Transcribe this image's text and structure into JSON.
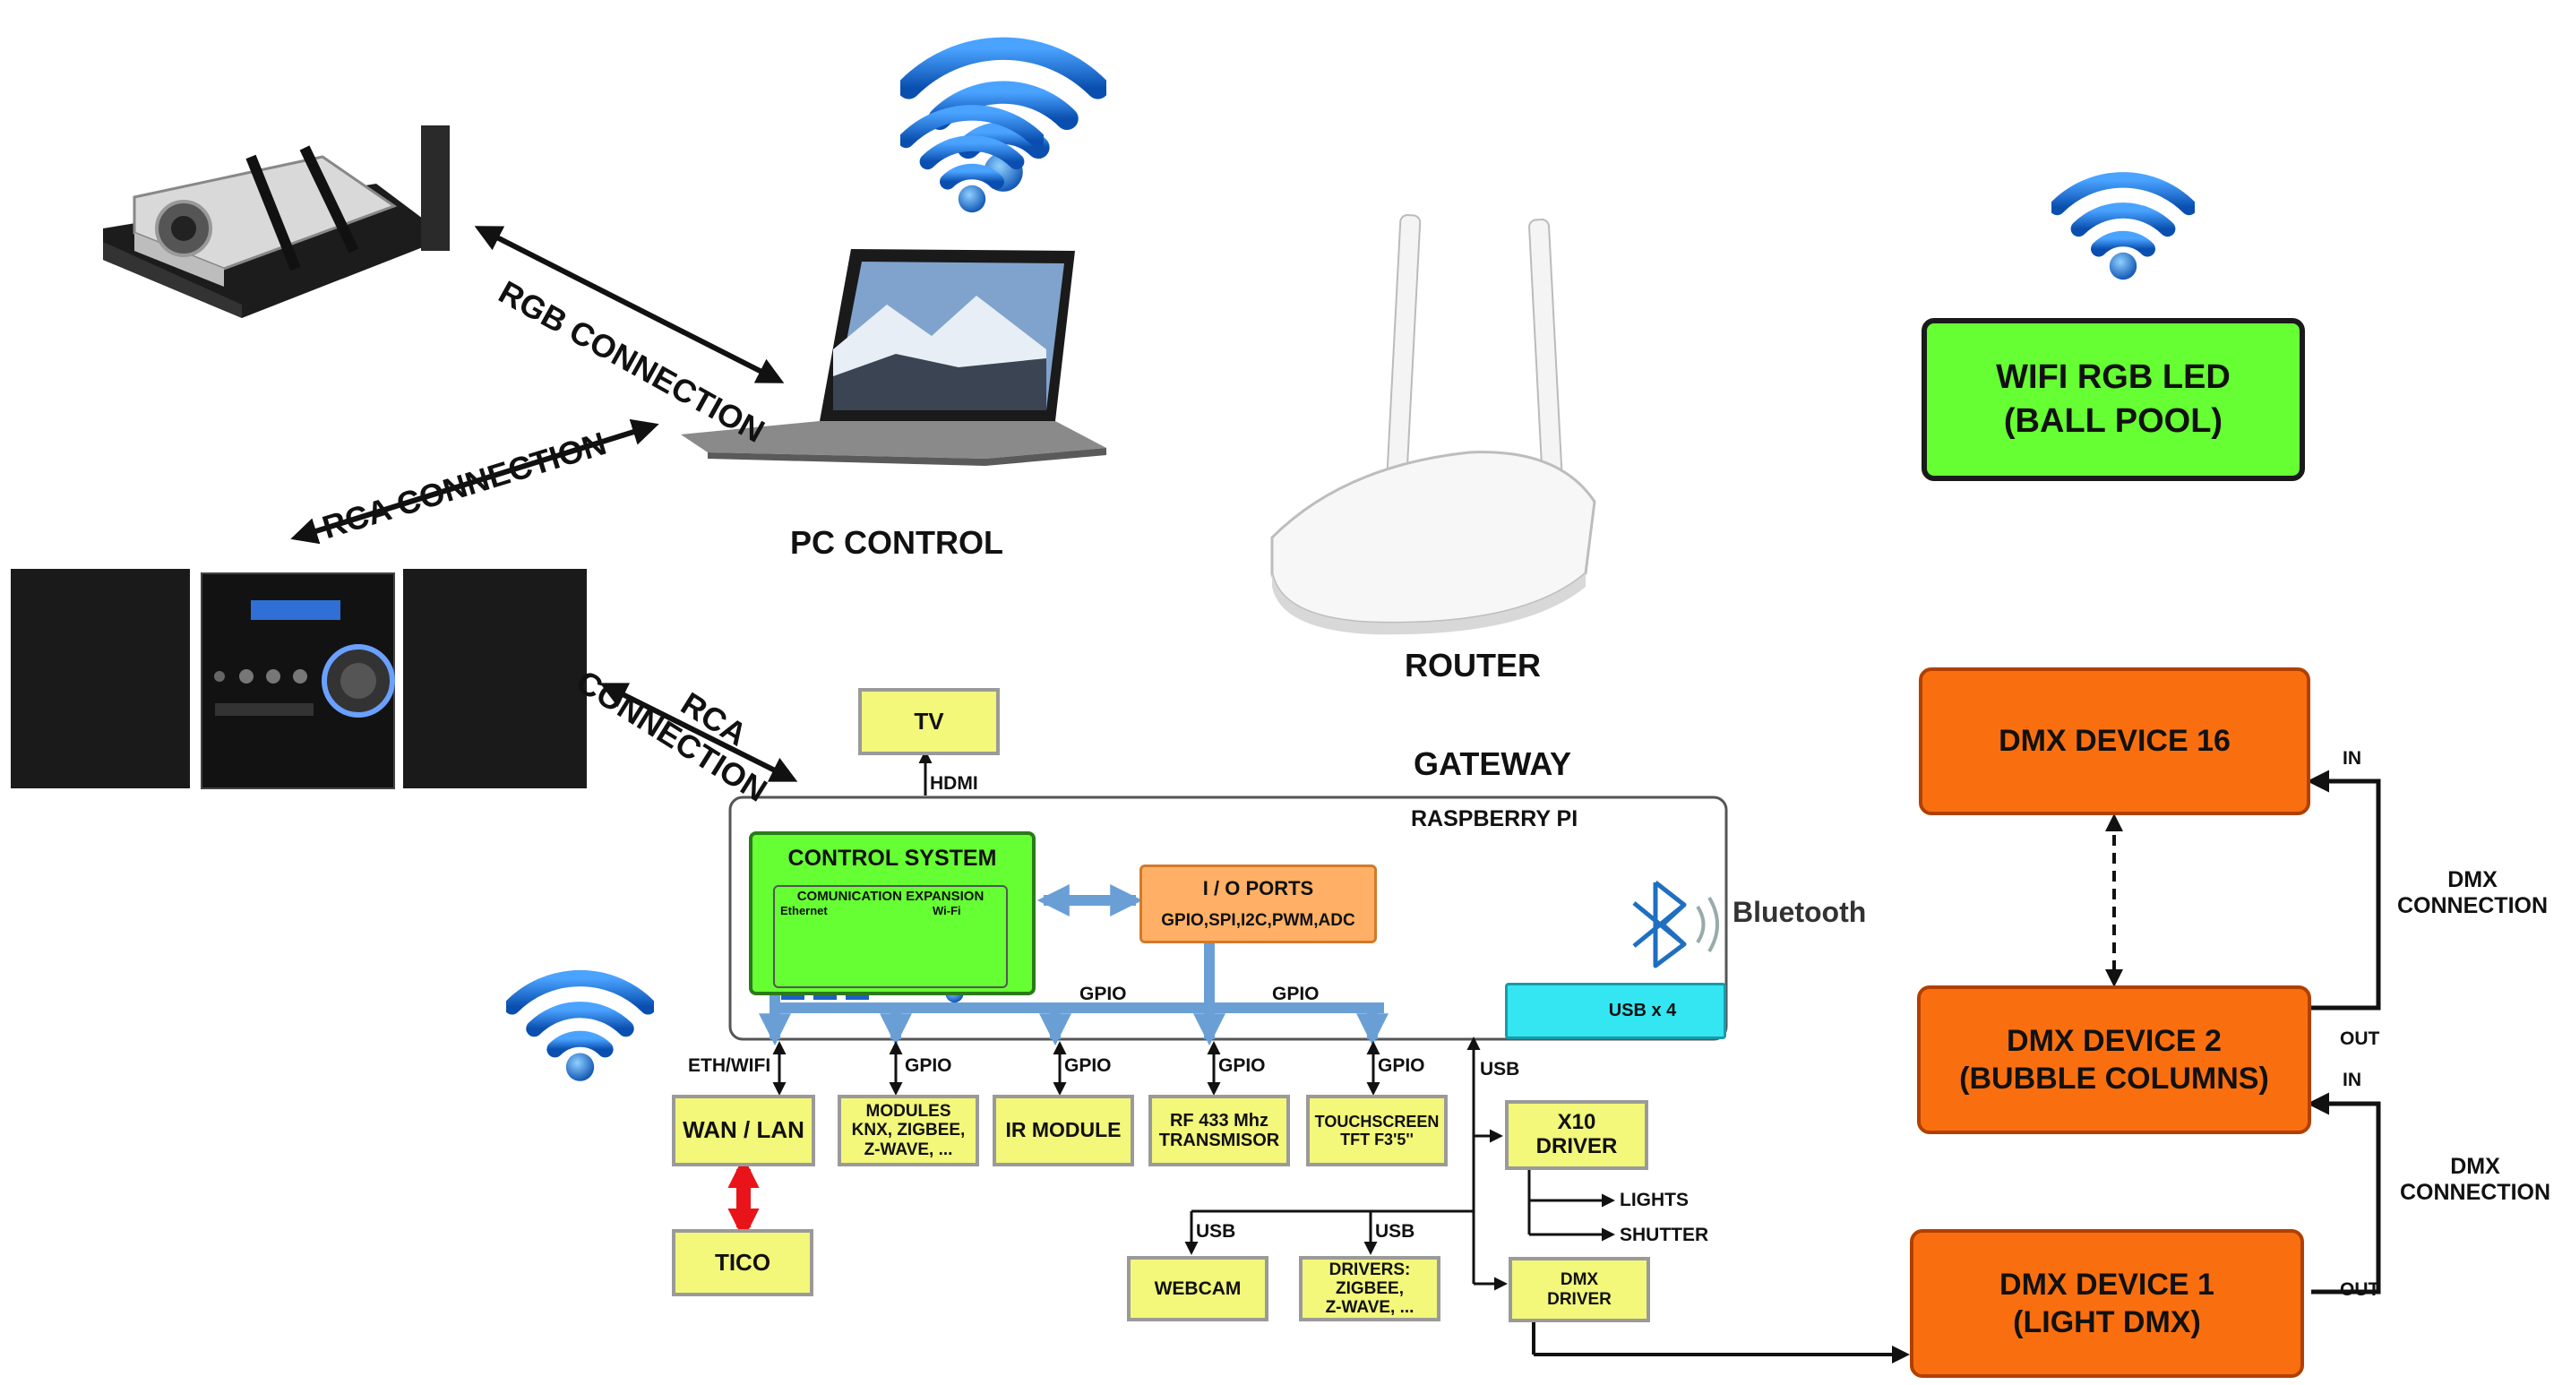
{
  "labels": {
    "rgb_connection": "RGB CONNECTION",
    "rca_connection": "RCA CONNECTION",
    "rca_connection_2a": "RCA",
    "rca_connection_2b": "CONNECTION",
    "pc_control": "PC CONTROL",
    "router": "ROUTER",
    "gateway": "GATEWAY",
    "raspberry_pi": "RASPBERRY PI",
    "bluetooth": "Bluetooth",
    "hdmi": "HDMI",
    "eth_wifi": "ETH/WIFI",
    "gpio": "GPIO",
    "usb": "USB",
    "lights": "LIGHTS",
    "shutter": "SHUTTER",
    "in": "IN",
    "out": "OUT",
    "dmx_connection_1": "DMX",
    "dmx_connection_2": "CONNECTION"
  },
  "boxes": {
    "tv": "TV",
    "wan_lan": "WAN / LAN",
    "tico": "TICO",
    "modules_1": "MODULES",
    "modules_2": "KNX, ZIGBEE,",
    "modules_3": "Z-WAVE, ...",
    "ir_module": "IR MODULE",
    "rf_1": "RF 433 Mhz",
    "rf_2": "TRANSMISOR",
    "touch_1": "TOUCHSCREEN",
    "touch_2": "TFT F3'5''",
    "x10_1": "X10",
    "x10_2": "DRIVER",
    "webcam": "WEBCAM",
    "drivers_1": "DRIVERS:",
    "drivers_2": "ZIGBEE,",
    "drivers_3": "Z-WAVE, ...",
    "dmx_driver_1": "DMX",
    "dmx_driver_2": "DRIVER",
    "io_ports_title": "I / O PORTS",
    "io_ports_list": "GPIO,SPI,I2C,PWM,ADC",
    "control_system": "CONTROL SYSTEM",
    "comm_expansion": "COMUNICATION EXPANSION",
    "ethernet": "Ethernet",
    "wifi": "Wi-Fi",
    "usb_x4": "USB x 4",
    "wifi_rgb_1": "WIFI RGB LED",
    "wifi_rgb_2": "(BALL POOL)",
    "dmx16": "DMX DEVICE 16",
    "dmx2_1": "DMX DEVICE 2",
    "dmx2_2": "(BUBBLE COLUMNS)",
    "dmx1_1": "DMX DEVICE 1",
    "dmx1_2": "(LIGHT DMX)"
  },
  "colors": {
    "yellow_box": "#f3f77a",
    "green_box": "#66ff33",
    "orange_box": "#f96f0f",
    "io_box": "#ffb066",
    "usb_box": "#33e6f2",
    "bus_blue": "#6a9fd6",
    "wifi_blue": "#1f7bd8",
    "tico_arrow": "#e8141a"
  },
  "icons": [
    "wifi-icon",
    "projector-icon",
    "laptop-icon",
    "stereo-icon",
    "router-icon",
    "bluetooth-icon",
    "usb-icon",
    "ethernet-icon"
  ]
}
